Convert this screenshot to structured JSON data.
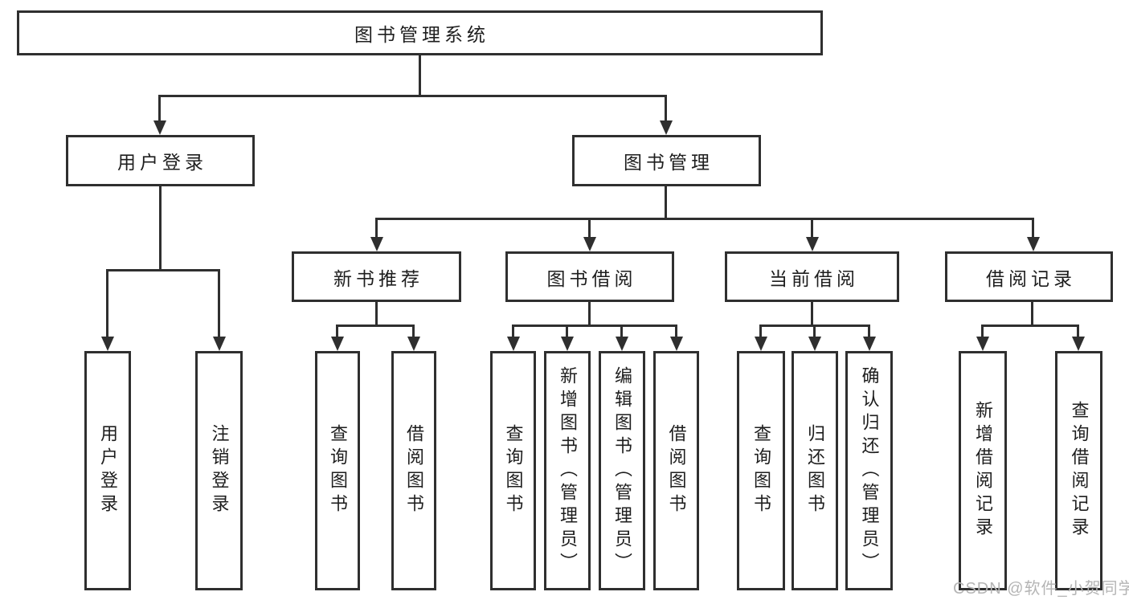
{
  "tree": {
    "root": "图书管理系统",
    "children": [
      {
        "label": "用户登录",
        "children": [
          "用户登录",
          "注销登录"
        ]
      },
      {
        "label": "图书管理",
        "children": [
          {
            "label": "新书推荐",
            "children": [
              "查询图书",
              "借阅图书"
            ]
          },
          {
            "label": "图书借阅",
            "children": [
              "查询图书",
              "新增图书（管理员）",
              "编辑图书（管理员）",
              "借阅图书"
            ]
          },
          {
            "label": "当前借阅",
            "children": [
              "查询图书",
              "归还图书",
              "确认归还（管理员）"
            ]
          },
          {
            "label": "借阅记录",
            "children": [
              "新增借阅记录",
              "查询借阅记录"
            ]
          }
        ]
      }
    ]
  },
  "watermark": {
    "text": "CSDN @软件_小贺同学"
  },
  "colors": {
    "line": "#2f2f2f",
    "box_border": "#2f2f2f",
    "text": "#1e1e1e",
    "watermark": "#b5b5b5",
    "background": "#ffffff"
  }
}
